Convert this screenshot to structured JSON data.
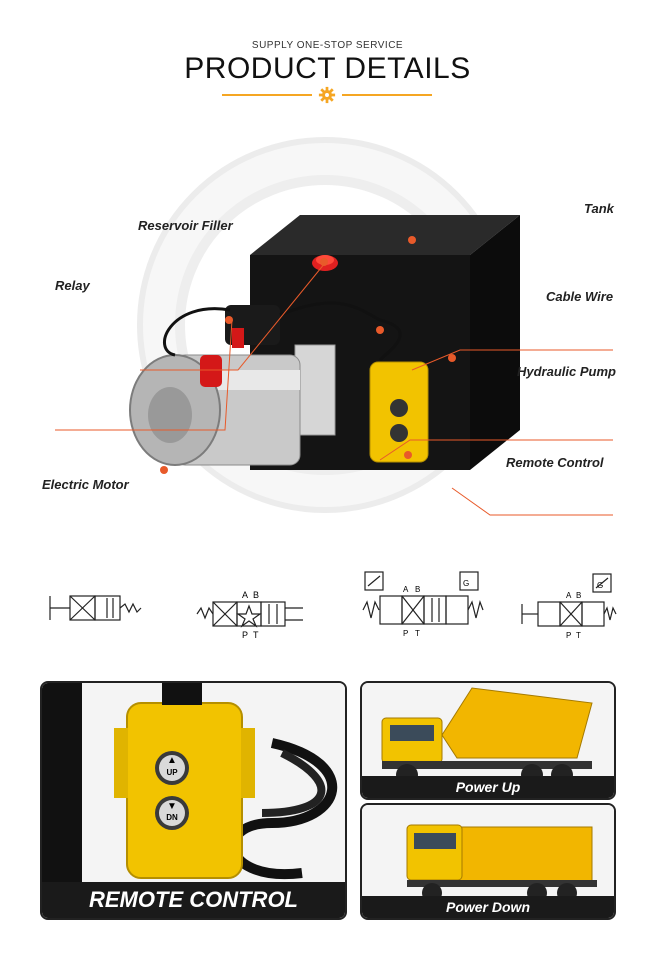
{
  "header": {
    "subtitle": "SUPPLY ONE-STOP SERVICE",
    "title": "PRODUCT DETAILS"
  },
  "colors": {
    "accent": "#f5a623",
    "callout": "#e85a2a",
    "tank": "#111111",
    "remote": "#f2c300"
  },
  "callouts": {
    "reservoir_filler": "Reservoir Filler",
    "relay": "Relay",
    "electric_motor": "Electric Motor",
    "tank": "Tank",
    "cable_wire": "Cable Wire",
    "hydraulic_pump": "Hydraulic Pump",
    "remote_control": "Remote Control"
  },
  "valve_diagrams": {
    "port_a": "A",
    "port_b": "B",
    "port_p": "P",
    "port_t": "T",
    "g_label": "G"
  },
  "bottom": {
    "remote_banner": "REMOTE CONTROL",
    "up_button": "UP",
    "down_button": "DN",
    "power_up": "Power Up",
    "power_down": "Power Down"
  }
}
